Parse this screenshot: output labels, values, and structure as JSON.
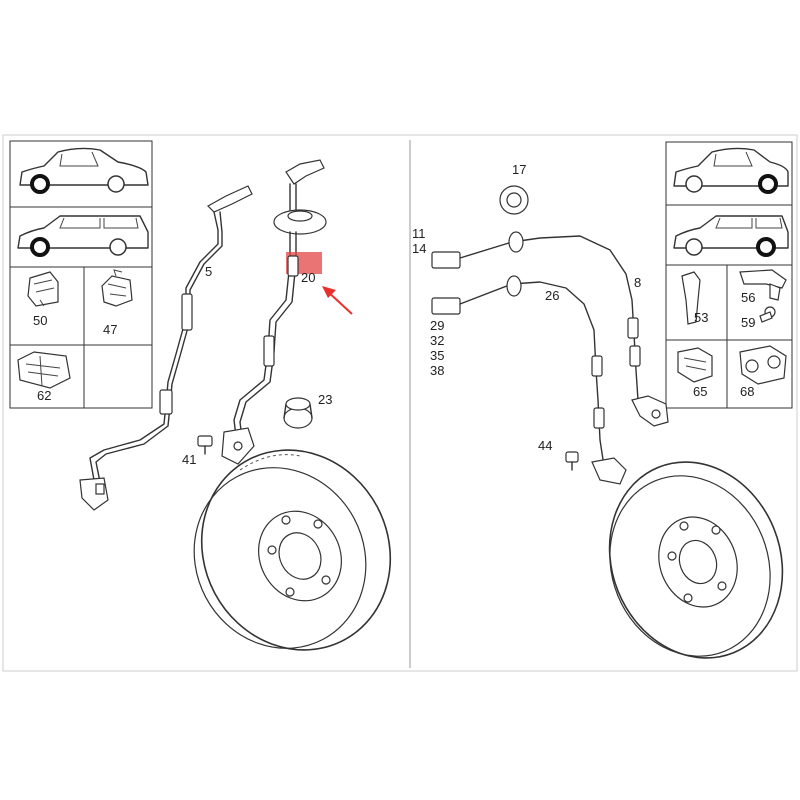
{
  "panels": {
    "left": {
      "callouts": [
        "5",
        "20",
        "23",
        "41"
      ],
      "legend": [
        "50",
        "47",
        "62"
      ]
    },
    "right": {
      "callouts": [
        "17",
        "11",
        "14",
        "8",
        "26",
        "29",
        "32",
        "35",
        "38",
        "44"
      ],
      "legend": [
        "53",
        "56",
        "59",
        "65",
        "68"
      ]
    }
  },
  "highlight": {
    "part": "20",
    "color": "#e34545",
    "arrow_color": "#e8302c"
  }
}
